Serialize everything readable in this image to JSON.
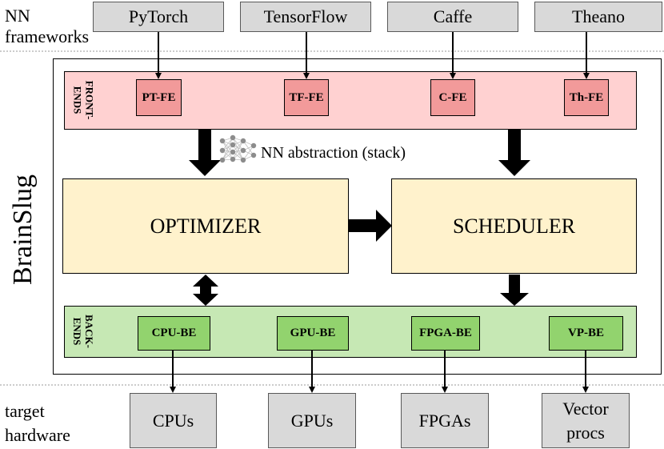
{
  "labels": {
    "nn_frameworks_line1": "NN",
    "nn_frameworks_line2": "frameworks",
    "target_hardware_line1": "target",
    "target_hardware_line2": "hardware",
    "system_name": "BrainSlug",
    "front_ends_line1": "FRONT-",
    "front_ends_line2": "ENDS",
    "back_ends_line1": "BACK-",
    "back_ends_line2": "ENDS",
    "abstraction": "NN abstraction (stack)"
  },
  "frameworks": [
    "PyTorch",
    "TensorFlow",
    "Caffe",
    "Theano"
  ],
  "frontends": [
    "PT-FE",
    "TF-FE",
    "C-FE",
    "Th-FE"
  ],
  "core": {
    "optimizer": "OPTIMIZER",
    "scheduler": "SCHEDULER"
  },
  "backends": [
    "CPU-BE",
    "GPU-BE",
    "FPGA-BE",
    "VP-BE"
  ],
  "hardware": {
    "cpus": "CPUs",
    "gpus": "GPUs",
    "fpgas": "FPGAs",
    "vector_line1": "Vector",
    "vector_line2": "procs"
  },
  "colors": {
    "framework_fill": "#d9d9d9",
    "frontend_band": "#ffd1d1",
    "frontend_box": "#f29a9a",
    "backend_band": "#c6e8b4",
    "backend_box": "#92d36e",
    "core_fill": "#fff2cc"
  },
  "icons": {
    "abstraction": "neural-network-icon"
  }
}
